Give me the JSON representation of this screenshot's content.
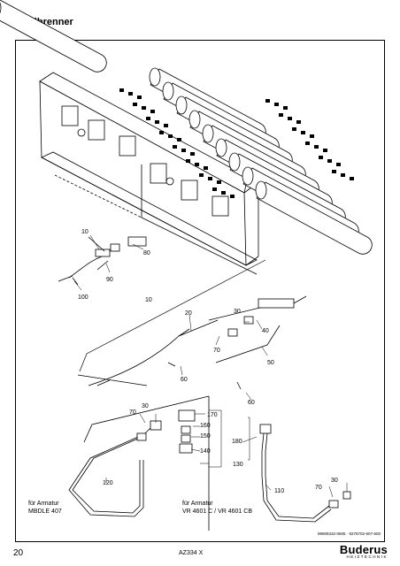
{
  "page": {
    "title": "Zündbrenner",
    "page_number": "20",
    "model": "AZ334 X",
    "doc_number": "99908332-0605 · 9275702-607-600",
    "brand": {
      "name": "Buderus",
      "subtitle": "HEIZTECHNIK"
    }
  },
  "captions": {
    "left": [
      "für Armatur",
      "MBDLE 407"
    ],
    "right": [
      "für Armatur",
      "VR 4601 C / VR 4601 CB"
    ]
  },
  "callouts": [
    "10",
    "80",
    "90",
    "100",
    "10",
    "20",
    "30",
    "40",
    "70",
    "50",
    "60",
    "60",
    "70",
    "30",
    "170",
    "160",
    "150",
    "140",
    "130",
    "120",
    "180",
    "110",
    "70",
    "30"
  ],
  "icons": [
    "burner-assembly",
    "pilot-burner-part"
  ]
}
